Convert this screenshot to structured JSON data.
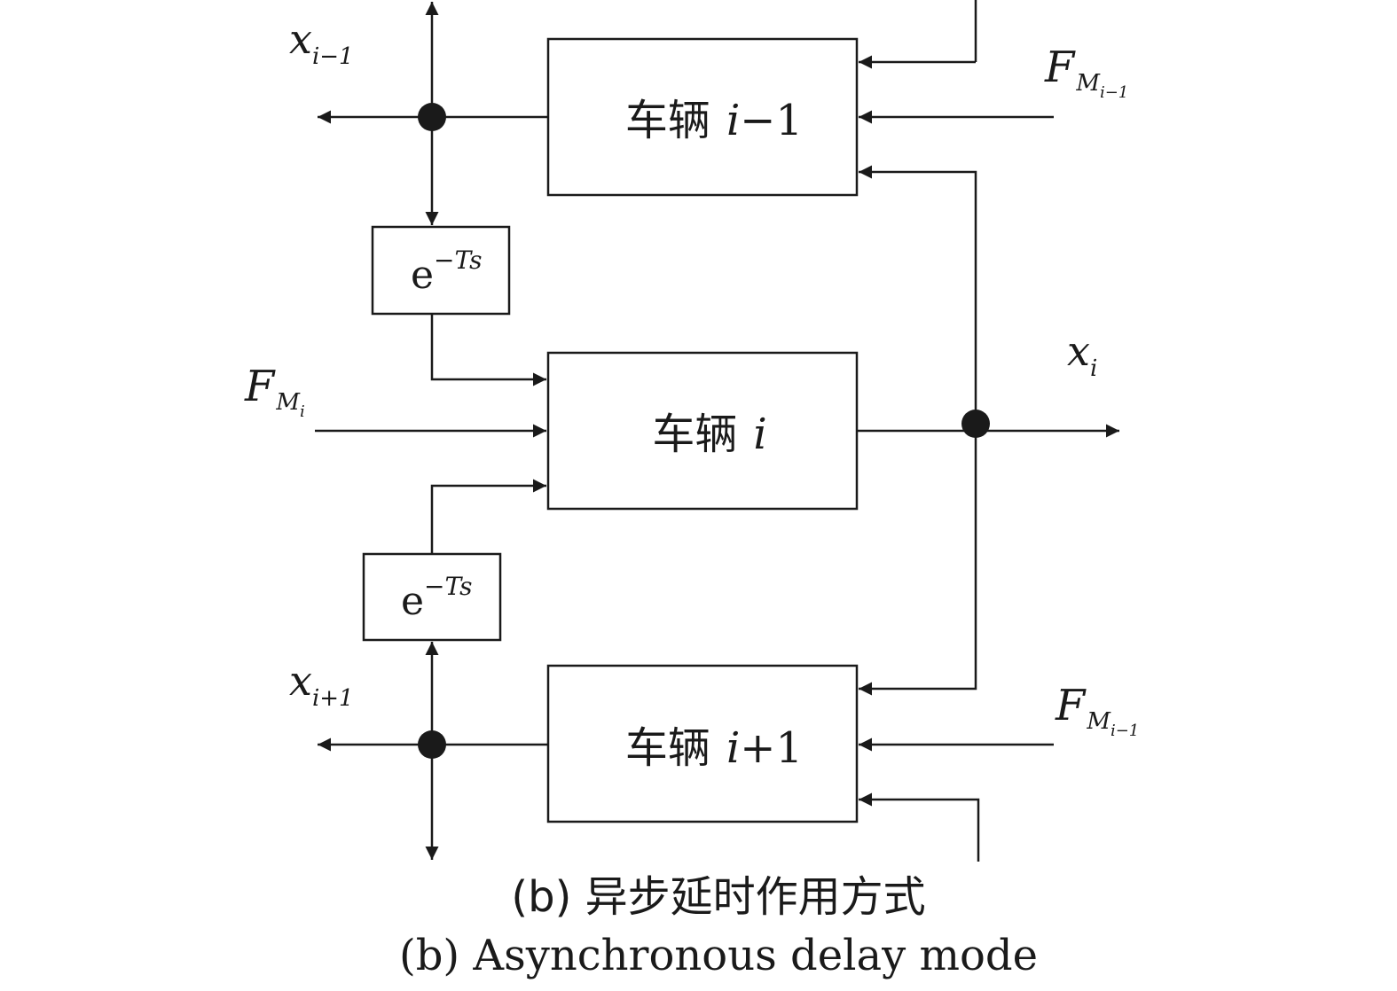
{
  "blocks": {
    "vehicle_prev": {
      "cn": "车辆",
      "var": "i",
      "suffix": "−1"
    },
    "vehicle_cur": {
      "cn": "车辆",
      "var": "i",
      "suffix": ""
    },
    "vehicle_next": {
      "cn": "车辆",
      "var": "i",
      "suffix": "+1"
    },
    "delay_top": {
      "base": "e",
      "exp": "−Ts"
    },
    "delay_bottom": {
      "base": "e",
      "exp": "−Ts"
    }
  },
  "signals": {
    "x_prev": {
      "base": "x",
      "sub": "i−1"
    },
    "x_cur": {
      "base": "x",
      "sub": "i"
    },
    "x_next": {
      "base": "x",
      "sub": "i+1"
    },
    "f_prev": {
      "base": "F",
      "sub": "M",
      "subsub": "i−1"
    },
    "f_cur": {
      "base": "F",
      "sub": "M",
      "subsub": "i"
    },
    "f_next": {
      "base": "F",
      "sub": "M",
      "subsub": "i−1"
    }
  },
  "caption": {
    "cn": "(b) 异步延时作用方式",
    "en": "(b) Asynchronous delay mode"
  },
  "colors": {
    "line": "#1a1a1a",
    "background": "#ffffff"
  }
}
